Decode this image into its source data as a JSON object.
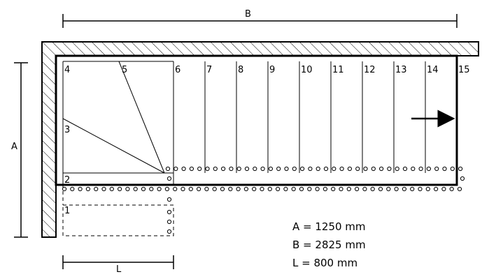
{
  "dimensions": {
    "a_label": "A",
    "b_label": "B",
    "l_label": "L"
  },
  "steps": [
    "1",
    "2",
    "3",
    "4",
    "5",
    "6",
    "7",
    "8",
    "9",
    "10",
    "11",
    "12",
    "13",
    "14",
    "15"
  ],
  "legend": [
    "A = 1250 mm",
    "B = 2825 mm",
    "L = 800 mm"
  ]
}
